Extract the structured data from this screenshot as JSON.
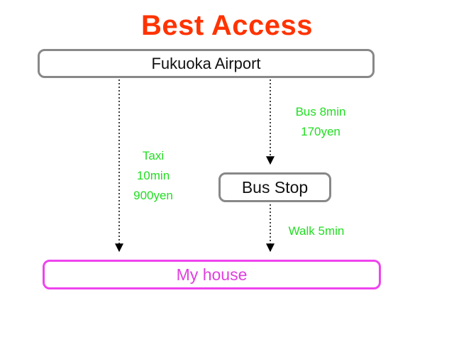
{
  "title": "Best Access",
  "nodes": {
    "airport": "Fukuoka Airport",
    "bus_stop": "Bus Stop",
    "house": "My house"
  },
  "routes": {
    "bus": [
      "Bus 8min",
      "170yen"
    ],
    "taxi": [
      "Taxi",
      "10min",
      "900yen"
    ],
    "walk": [
      "Walk 5min"
    ]
  },
  "colors": {
    "title": "#ff3300",
    "route_text": "#22dd22",
    "house_border": "#ee44ee",
    "node_border": "#888888"
  }
}
